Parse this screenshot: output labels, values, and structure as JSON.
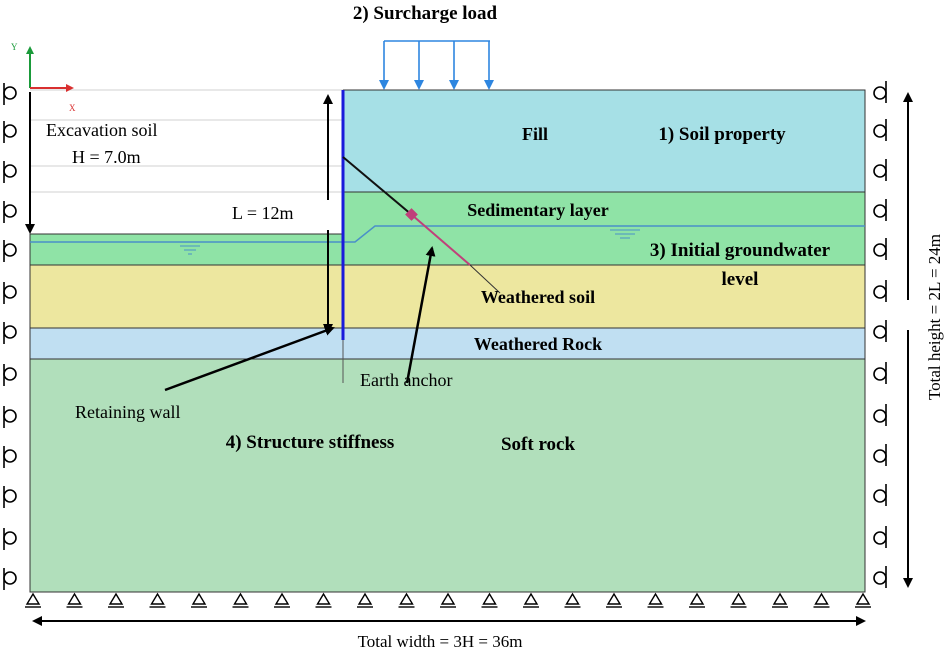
{
  "labels": {
    "surcharge_load": "2) Surcharge load",
    "excavation_soil": "Excavation soil",
    "excavation_depth": "H = 7.0m",
    "wall_length": "L = 12m",
    "fill": "Fill",
    "soil_property": "1) Soil property",
    "sedimentary_layer": "Sedimentary layer",
    "initial_groundwater_line1": "3) Initial groundwater",
    "initial_groundwater_line2": "level",
    "weathered_soil": "Weathered soil",
    "weathered_rock": "Weathered Rock",
    "earth_anchor": "Earth anchor",
    "retaining_wall": "Retaining wall",
    "structure_stiffness": "4) Structure stiffness",
    "soft_rock": "Soft rock",
    "total_height": "Total height = 2L = 24m",
    "total_width": "Total width = 3H = 36m",
    "axis_y": "Y",
    "axis_x": "X"
  },
  "colors": {
    "fill_layer": "#a6e0e6",
    "sedimentary_layer": "#8fe3a6",
    "weathered_soil": "#ede79f",
    "weathered_rock": "#c0dff2",
    "soft_rock": "#b1dfbb",
    "wall": "#1a1adb",
    "anchor": "#c0407a",
    "load_arrows": "#2e86e0",
    "groundwater": "#4a90c8",
    "axis_x": "#d93030",
    "axis_y": "#1a9a3a"
  },
  "icons": {
    "roller_support": "roller-support-icon",
    "pin_support": "pin-support-icon",
    "groundwater_marker": "water-table-icon"
  }
}
